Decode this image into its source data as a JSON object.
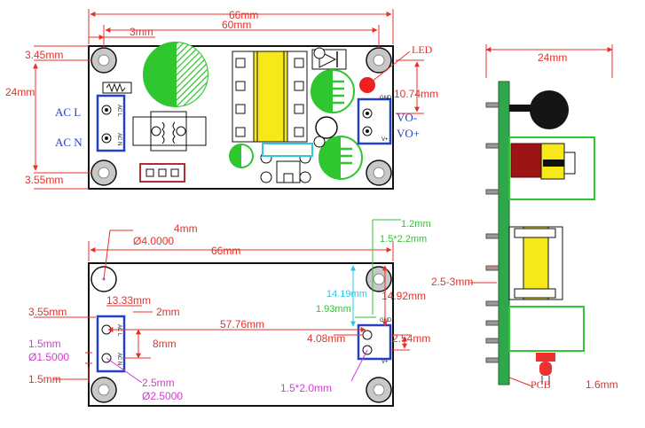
{
  "top_view": {
    "dim_width": "66mm",
    "dim_hole_spacing": "60mm",
    "dim_hole_offset": "3mm",
    "dim_height": "24mm",
    "dim_top_margin": "3.45mm",
    "dim_bottom_margin": "3.55mm",
    "dim_output_offset": "10.74mm",
    "led_label": "LED",
    "ac_l": "AC L",
    "ac_n": "AC N",
    "vo_minus": "VO-",
    "vo_plus": "VO+",
    "pin_ac_l": "AC L",
    "pin_ac_n": "AC N",
    "pin_gnd": "GND",
    "pin_v": "V+"
  },
  "bottom_view": {
    "dim_width": "66mm",
    "dim_hole_r": "4mm",
    "dim_hole_d": "Ø4.0000",
    "dim_13_33": "13.33mm",
    "dim_2": "2mm",
    "dim_3_55": "3.55mm",
    "dim_8": "8mm",
    "dim_57_76": "57.76mm",
    "dim_1_5": "1.5mm",
    "dim_d1_5": "Ø1.5000",
    "dim_1_5b": "1.5mm",
    "dim_2_5": "2.5mm",
    "dim_d2_5": "Ø2.5000",
    "dim_1_2": "1.2mm",
    "dim_1_5x2_2": "1.5*2.2mm",
    "dim_14_19": "14.19mm",
    "dim_14_92": "14.92mm",
    "dim_1_93": "1.93mm",
    "dim_4_08": "4.08mm",
    "dim_2_54": "2.54mm",
    "dim_1_5x2_0": "1.5*2.0mm",
    "pin_ac_l": "AC L",
    "pin_ac_n": "AC N",
    "pin_gnd": "GND",
    "pin_v": "V+"
  },
  "side_view": {
    "dim_height": "24mm",
    "dim_pin": "2.5-3mm",
    "pcb_label": "PCB",
    "dim_pcb_thickness": "1.6mm"
  }
}
